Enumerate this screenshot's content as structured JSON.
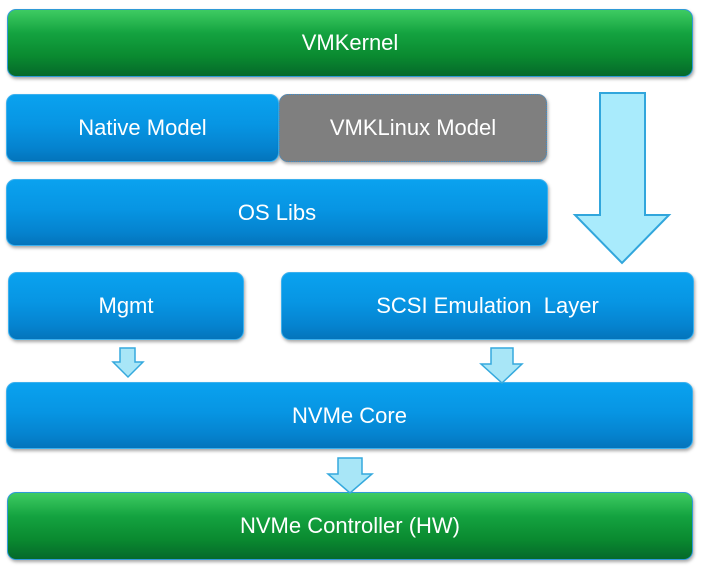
{
  "diagram": {
    "title": "ESXi NVMe driver stack",
    "colors": {
      "hardware_kernel_layer": "#109a3a",
      "software_layer": "#0795e3",
      "legacy_layer": "#7f7f7f",
      "arrow_fill": "#a8e6f7",
      "arrow_stroke": "#35a9dd"
    },
    "boxes": {
      "vmkernel": "VMKernel",
      "native_model": "Native Model",
      "vmklinux_model": "VMKLinux Model",
      "os_libs": "OS Libs",
      "mgmt": "Mgmt",
      "scsi_emulation": "SCSI Emulation  Layer",
      "nvme_core": "NVMe Core",
      "nvme_controller": "NVMe Controller (HW)"
    },
    "arrows": [
      {
        "from": "VMKernel",
        "to": "SCSI Emulation  Layer",
        "size": "large",
        "direction": "down"
      },
      {
        "from": "Mgmt",
        "to": "NVMe Core",
        "size": "small",
        "direction": "down"
      },
      {
        "from": "SCSI Emulation  Layer",
        "to": "NVMe Core",
        "size": "small",
        "direction": "down"
      },
      {
        "from": "NVMe Core",
        "to": "NVMe Controller (HW)",
        "size": "small",
        "direction": "down"
      }
    ]
  }
}
